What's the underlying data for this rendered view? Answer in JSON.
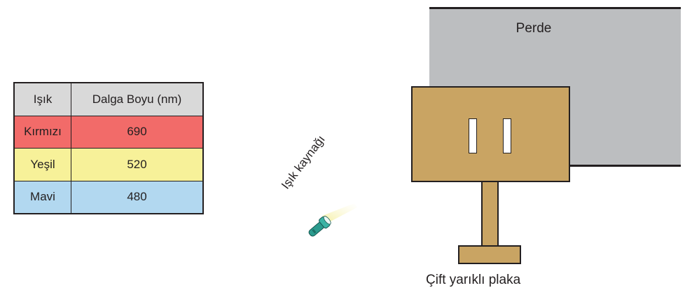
{
  "table": {
    "header_light": "Işık",
    "header_wavelength": "Dalga Boyu (nm)",
    "rows": [
      {
        "light": "Kırmızı",
        "wavelength": "690",
        "color": "#f26b69"
      },
      {
        "light": "Yeşil",
        "wavelength": "520",
        "color": "#f7f199"
      },
      {
        "light": "Mavi",
        "wavelength": "480",
        "color": "#b2d8f0"
      }
    ]
  },
  "screen_label": "Perde",
  "plate_label": "Çift yarıklı plaka",
  "source_label": "Işık kaynağı",
  "colors": {
    "screen": "#bcbec0",
    "plate": "#c9a463",
    "header_fill": "#d9d9d9",
    "flashlight": "#2b9b8e"
  }
}
